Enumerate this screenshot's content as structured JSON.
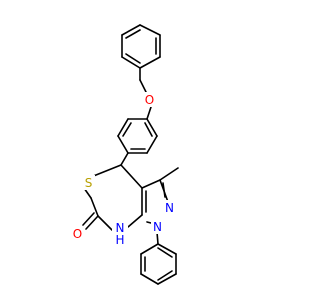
{
  "molecule": {
    "atoms": {
      "o_ether": {
        "label": "O",
        "color": "#ff0000"
      },
      "s_ring": {
        "label": "S",
        "color": "#b8a000"
      },
      "n_pyrazole": {
        "label": "N",
        "color": "#0000ff"
      },
      "n_phenyl": {
        "label": "N",
        "color": "#0000ff"
      },
      "nh_amide": {
        "label": "N",
        "sub": "H",
        "color": "#0000ff"
      },
      "o_carbonyl": {
        "label": "O",
        "color": "#ff0000"
      }
    }
  }
}
